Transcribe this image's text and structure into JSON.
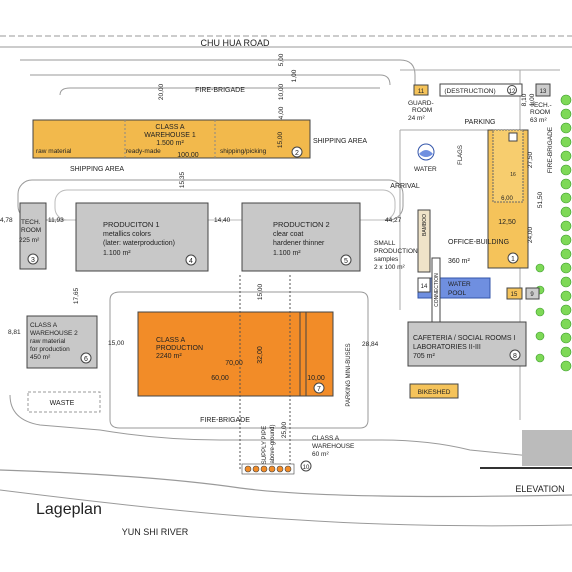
{
  "roads": {
    "north": "CHU HUA ROAD",
    "river": "YUN SHI RIVER",
    "elevation": "ELEVATION",
    "fire_brigade": "FIRE-BRIGADE",
    "shipping_area": "SHIPPING AREA",
    "parking": "PARKING",
    "arrival": "ARRIVAL",
    "parking_minibuses": "PARKING MINI-BUSES"
  },
  "title": "Lageplan",
  "buildings": {
    "b1": {
      "num": "1",
      "name": "OFFICE-BUILDING",
      "area": "360 m²",
      "d1": "12,50",
      "d2": "24,00",
      "d3": "6,00"
    },
    "b2": {
      "num": "2",
      "l1": "CLASS A",
      "l2": "WAREHOUSE 1",
      "l3": "1.500 m²",
      "raw": "raw material",
      "ready": "ready-made",
      "ship": "shipping/picking",
      "len": "100,00",
      "w": "15,00"
    },
    "b3": {
      "num": "3",
      "l1": "TECH.",
      "l2": "ROOM",
      "area": "225 m²"
    },
    "b4": {
      "num": "4",
      "l1": "PRODUCITON 1",
      "l2": "metallics colors",
      "l3": "(later: waterproduction)",
      "l4": "1.100 m²"
    },
    "b5": {
      "num": "5",
      "l1": "PRODUCTION 2",
      "l2": "clear coat",
      "l3": "hardener thinner",
      "l4": "1.100 m²"
    },
    "b6": {
      "num": "6",
      "l1": "CLASS A",
      "l2": "WAREHOUSE 2",
      "l3": "raw material",
      "l4": "for production",
      "l5": "450 m²"
    },
    "b7": {
      "num": "7",
      "l1": "CLASS A",
      "l2": "PRODUCTION",
      "l3": "2240 m²",
      "d1": "70,00",
      "d2": "60,00",
      "d3": "10,00",
      "d4": "32,00"
    },
    "b8": {
      "num": "8",
      "l1": "CAFETERIA / SOCIAL ROOMS I",
      "l2": "LABORATORIES II-III",
      "l3": "705 m²"
    },
    "b9": {
      "num": "9"
    },
    "b10": {
      "num": "10",
      "l1": "CLASS A",
      "l2": "WAREHOUSE",
      "l3": "60 m²"
    },
    "b11": {
      "num": "11",
      "l1": "GUARD-",
      "l2": "ROOM",
      "l3": "24 m²"
    },
    "b12": {
      "num": "12",
      "l1": "(DESTRUCTION)"
    },
    "b13": {
      "num": "13",
      "l1": "TECH.-",
      "l2": "ROOM",
      "l3": "63 m²"
    },
    "b14": {
      "num": "14",
      "l1": "WATER",
      "l2": "POOL"
    },
    "b15": {
      "num": "15"
    },
    "b16": {
      "num": "16"
    }
  },
  "labels": {
    "water": "WATER",
    "flags": "FLAGS",
    "waste": "WASTE",
    "bikeshed": "BIKESHED",
    "bamboo": "BAMBOO",
    "connection": "CONNECTION",
    "small_prod_1": "SMALL",
    "small_prod_2": "PRODUCTION",
    "small_prod_3": "samples",
    "small_prod_4": "2 x 100 m²",
    "supply_1": "SUPPLY PIPE",
    "supply_2": "(above-ground)"
  },
  "dims": {
    "d20": "20,00",
    "d10": "10,00",
    "d4": "4,00",
    "d5": "5,00",
    "d1": "1,00",
    "d15_35": "15,35",
    "d11_93": "11,93",
    "d4_78": "4,78",
    "d14_40": "14,40",
    "d44_27": "44,27",
    "d17_65": "17,65",
    "d8_81": "8,81",
    "d15_00": "15,00",
    "d15_v": "15,00",
    "d28_84": "28,84",
    "d25_00": "25,00",
    "d27_50": "27,50",
    "d51_50": "51,50",
    "d8_10": "8,10",
    "d1_00b": "1,00"
  }
}
